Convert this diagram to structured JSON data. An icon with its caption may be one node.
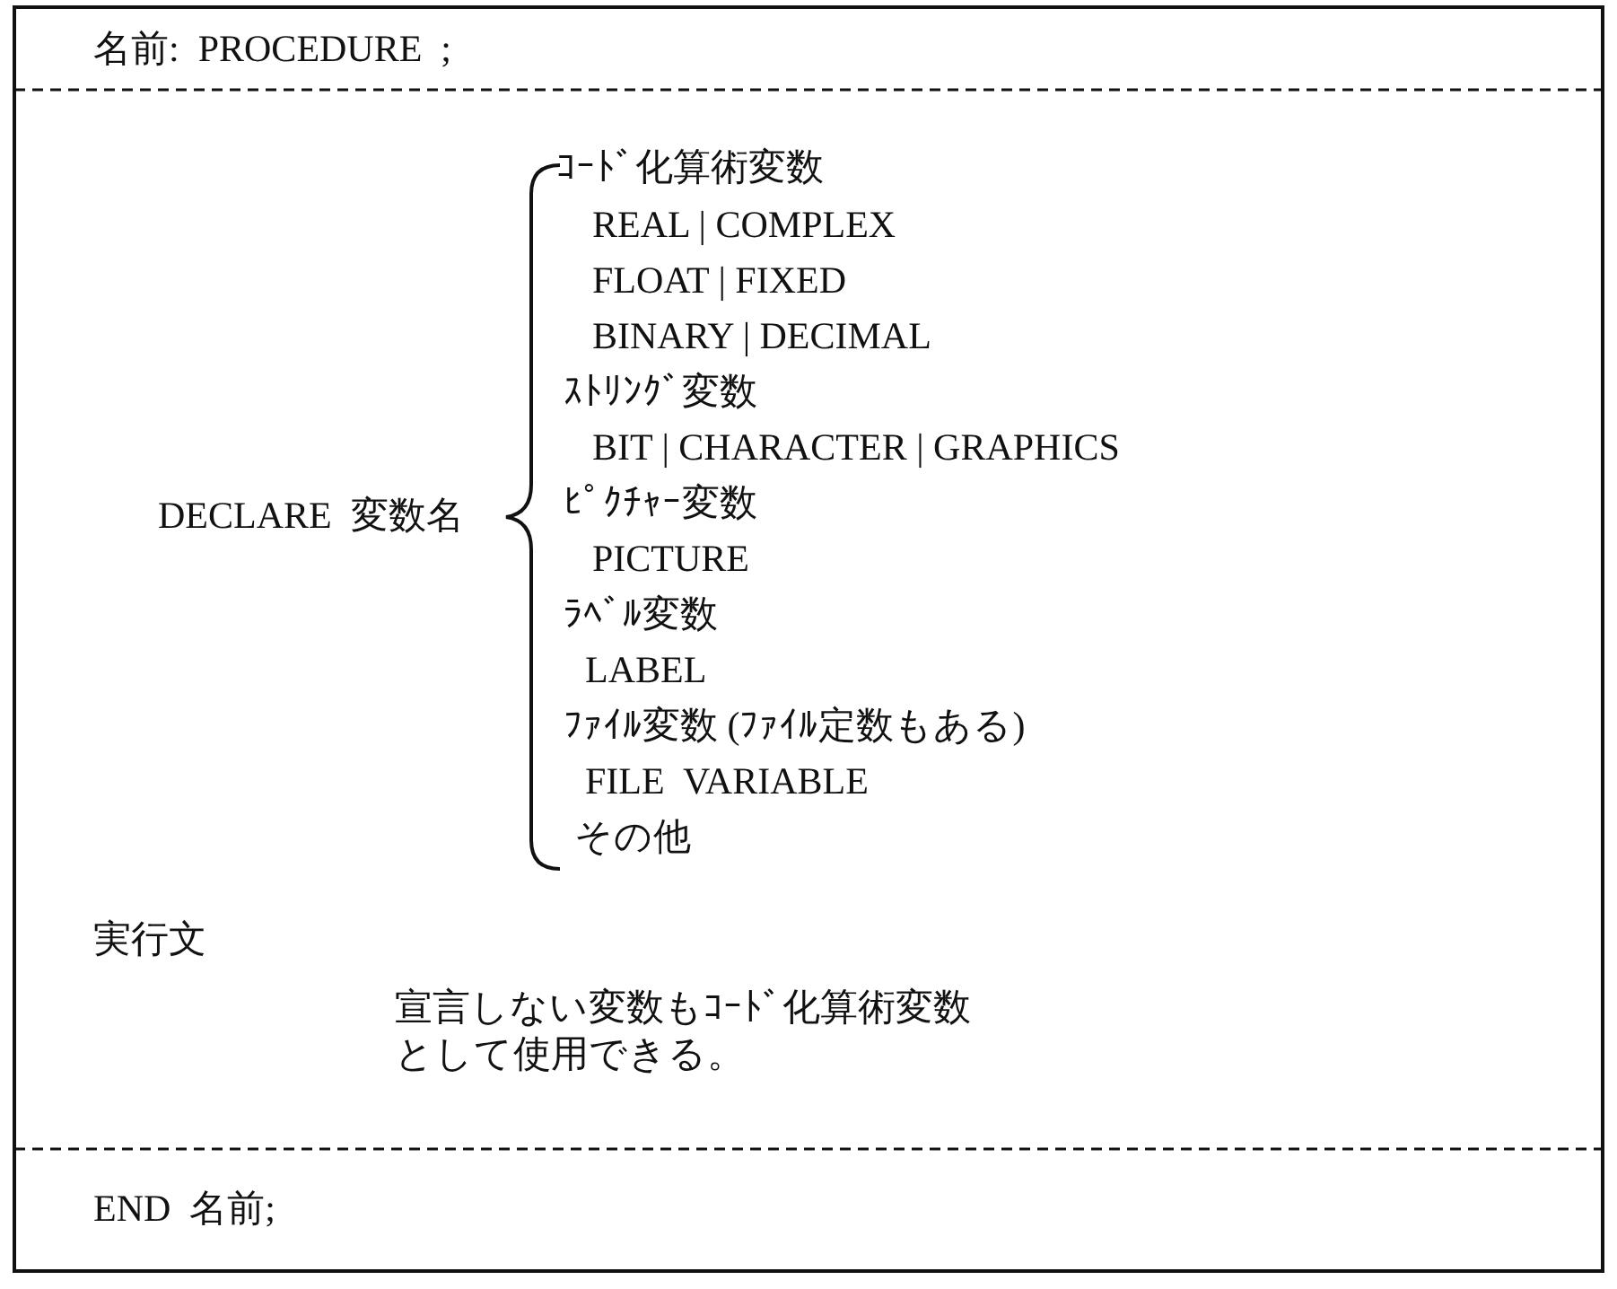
{
  "diagram": {
    "labels": [
      "名前:  PROCEDURE  ;",
      "DECLARE  変数名",
      "ｺｰﾄﾞ化算術変数",
      "REAL | COMPLEX",
      "FLOAT | FIXED",
      "BINARY | DECIMAL",
      "ｽﾄﾘﾝｸﾞ変数",
      "BIT | CHARACTER | GRAPHICS",
      "ﾋﾟｸﾁｬｰ変数",
      "PICTURE",
      "ﾗﾍﾞﾙ変数",
      "LABEL",
      "ﾌｧｲﾙ変数 (ﾌｧｲﾙ定数もある)",
      "FILE  VARIABLE",
      "その他",
      "実行文",
      "宣言しない変数もｺｰﾄﾞ化算術変数として使用できる。",
      "END  名前;"
    ]
  }
}
